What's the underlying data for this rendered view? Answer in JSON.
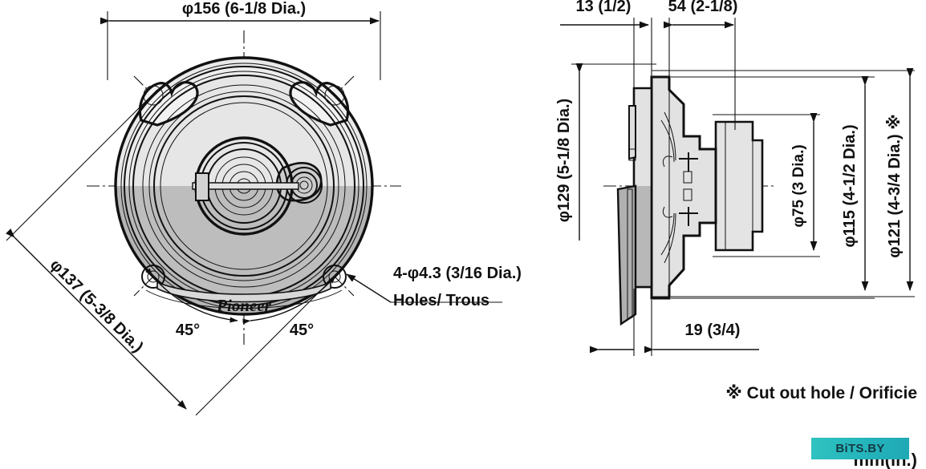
{
  "drawing": {
    "brand_logo": "Pioneer",
    "units_note": "mm(in.)"
  },
  "front_view": {
    "name": "front-view",
    "dimensions": {
      "outer_diameter": "φ156 (6-1/8 Dia.)",
      "bolt_circle_diameter": "φ137 (5-3/8 Dia.)",
      "angle_left": "45°",
      "angle_right": "45°",
      "holes_line1": "4-φ4.3 (3/16 Dia.)",
      "holes_line2": "Holes/ Trous"
    }
  },
  "side_view": {
    "name": "side-view",
    "dimensions": {
      "flange_thickness": "13 (1/2)",
      "body_depth": "54 (2-1/8)",
      "front_flange_diameter": "φ129 (5-1/8 Dia.)",
      "magnet_diameter": "φ75 (3 Dia.)",
      "basket_diameter": "φ115 (4-1/2 Dia.)",
      "cutout_diameter": "φ121 (4-3/4 Dia.) ※",
      "mount_depth": "19 (3/4)"
    }
  },
  "notes": {
    "cutout_note": "※ Cut out hole / Orificie"
  },
  "watermark": {
    "label": "BiTS.BY",
    "color": "#2ab9bc"
  }
}
